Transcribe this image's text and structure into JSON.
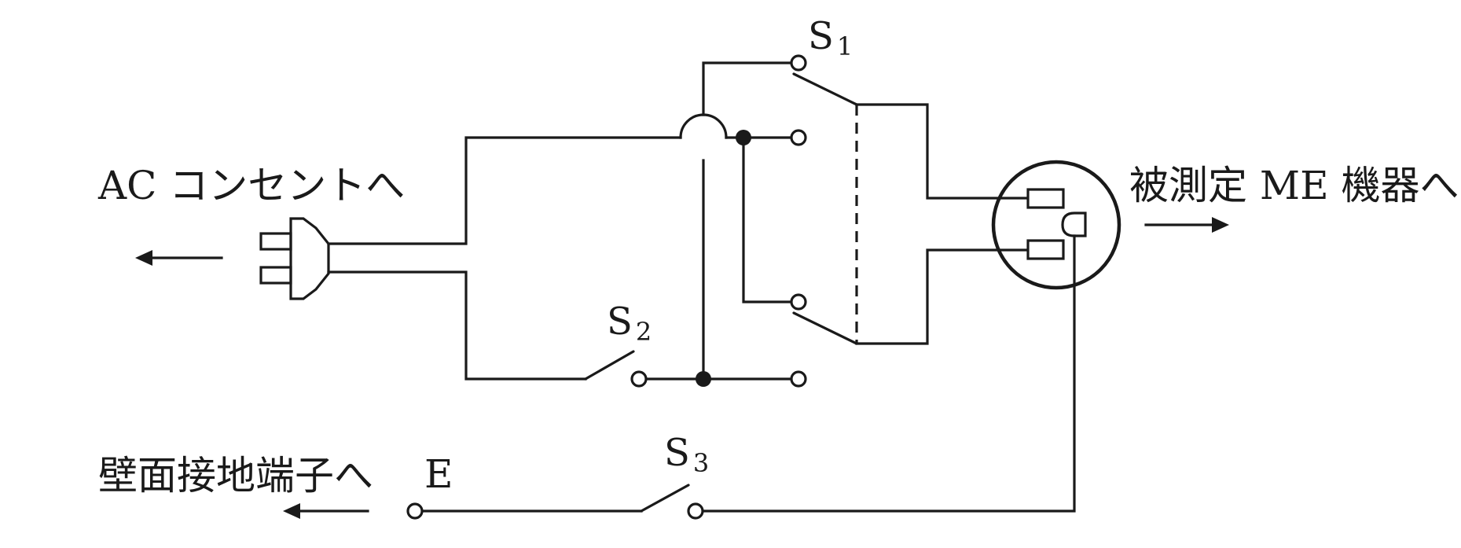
{
  "labels": {
    "ac_outlet": "AC コンセントへ",
    "device_under_test": "被測定 ME 機器へ",
    "wall_ground": "壁面接地端子へ",
    "earth": "E"
  },
  "switches": {
    "s1": {
      "letter": "S",
      "index": "1"
    },
    "s2": {
      "letter": "S",
      "index": "2"
    },
    "s3": {
      "letter": "S",
      "index": "3"
    }
  },
  "colors": {
    "line": "#1a1a1a",
    "background": "#ffffff"
  },
  "icons": [
    "plug-icon",
    "outlet-icon",
    "left-arrow-icon",
    "right-arrow-icon"
  ]
}
